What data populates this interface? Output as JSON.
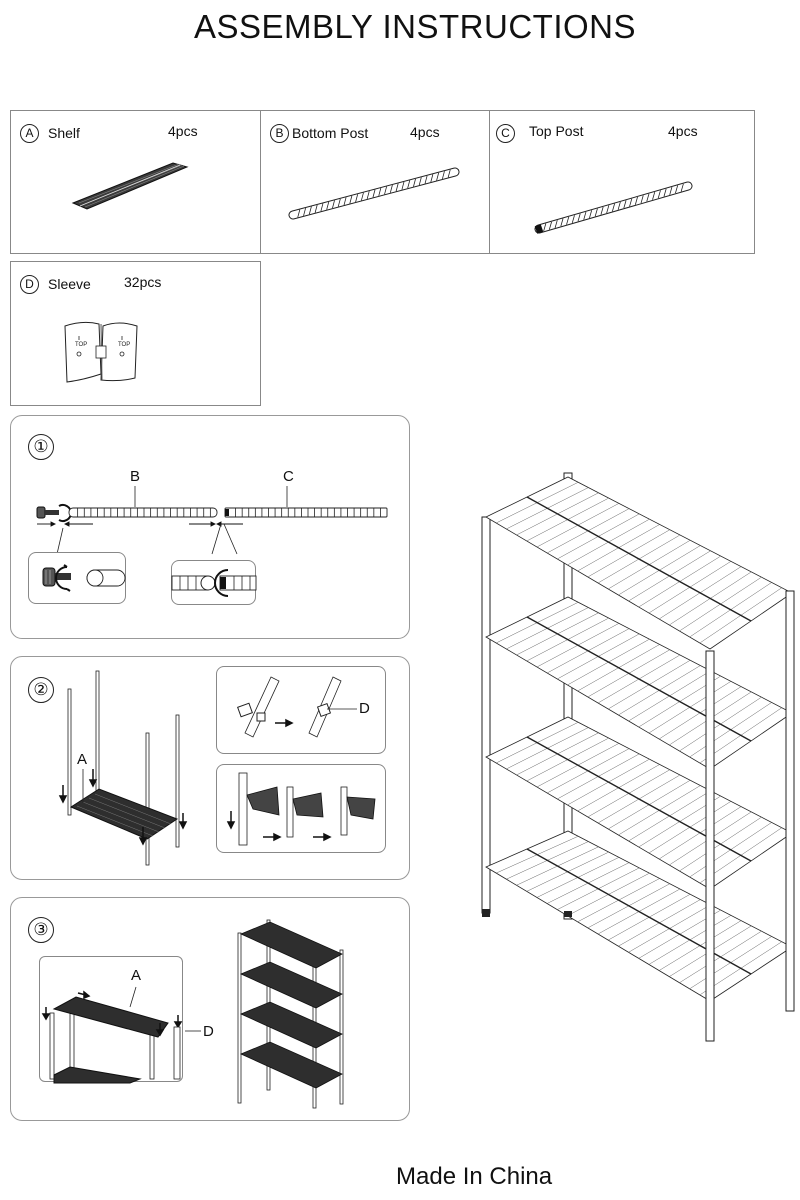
{
  "title": "ASSEMBLY INSTRUCTIONS",
  "parts": [
    {
      "letter": "A",
      "name": "Shelf",
      "qty": "4pcs"
    },
    {
      "letter": "B",
      "name": "Bottom Post",
      "qty": "4pcs"
    },
    {
      "letter": "C",
      "name": "Top Post",
      "qty": "4pcs"
    },
    {
      "letter": "D",
      "name": "Sleeve",
      "qty": "32pcs"
    }
  ],
  "steps": [
    {
      "number": "①",
      "labels": [
        "B",
        "C"
      ]
    },
    {
      "number": "②",
      "labels": [
        "A",
        "D"
      ]
    },
    {
      "number": "③",
      "labels": [
        "A",
        "D"
      ]
    }
  ],
  "sleeve_text": "TOP",
  "footer": "Made In China"
}
